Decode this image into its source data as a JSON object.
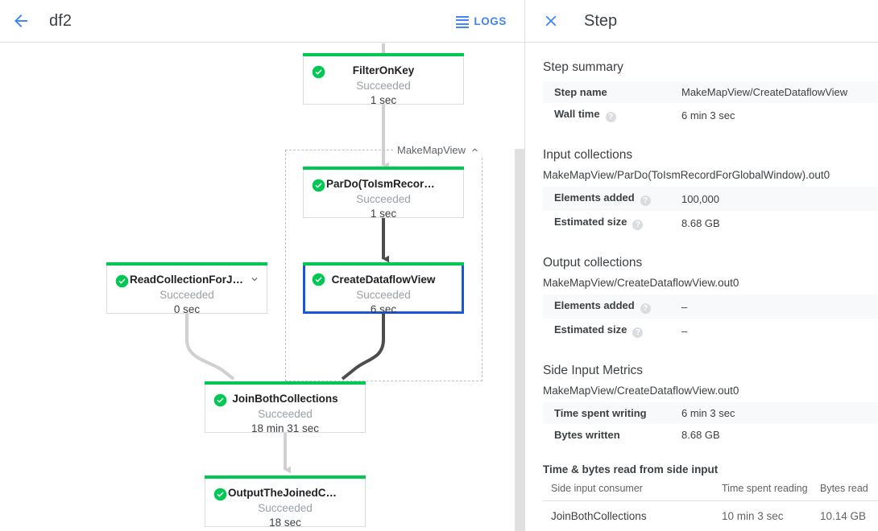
{
  "header": {
    "back_icon": "arrow-left-icon",
    "job_title": "df2",
    "logs_label": "LOGS",
    "logs_icon": "list-lines-icon",
    "accent_blue": "#4285f4"
  },
  "graph": {
    "group": {
      "label": "MakeMapView",
      "collapse_icon": "chevron-up-icon"
    },
    "nodes": [
      {
        "id": "filter-on-key",
        "title": "FilterOnKey",
        "status": "Succeeded",
        "time": "1 sec",
        "status_icon": "check-circle-icon",
        "selected": false,
        "expandable": false
      },
      {
        "id": "pardo-toismrecord",
        "title": "ParDo(ToIsmRecordFor…",
        "status": "Succeeded",
        "time": "1 sec",
        "status_icon": "check-circle-icon",
        "selected": false,
        "expandable": false
      },
      {
        "id": "create-dataflow-view",
        "title": "CreateDataflowView",
        "status": "Succeeded",
        "time": "6 sec",
        "status_icon": "check-circle-icon",
        "selected": true,
        "expandable": false
      },
      {
        "id": "read-collection-for-join",
        "title": "ReadCollectionForJoin",
        "status": "Succeeded",
        "time": "0 sec",
        "status_icon": "check-circle-icon",
        "selected": false,
        "expandable": true,
        "expand_icon": "chevron-down-icon"
      },
      {
        "id": "join-both-collections",
        "title": "JoinBothCollections",
        "status": "Succeeded",
        "time": "18 min 31 sec",
        "status_icon": "check-circle-icon",
        "selected": false,
        "expandable": false
      },
      {
        "id": "output-the-joined-collection",
        "title": "OutputTheJoinedCollec…",
        "status": "Succeeded",
        "time": "18 sec",
        "status_icon": "check-circle-icon",
        "selected": false,
        "expandable": false
      }
    ],
    "colors": {
      "status_green": "#00c853",
      "selected_border": "#1a56d6",
      "edge_light": "#d0d0d0",
      "edge_dark": "#4d4d4d"
    }
  },
  "panel": {
    "close_icon": "close-x-icon",
    "title": "Step",
    "step_summary": {
      "heading": "Step summary",
      "rows": [
        {
          "key": "Step name",
          "help": false,
          "value": "MakeMapView/CreateDataflowView"
        },
        {
          "key": "Wall time",
          "help": true,
          "value": "6 min 3 sec"
        }
      ]
    },
    "input_collections": {
      "heading": "Input collections",
      "collection_name": "MakeMapView/ParDo(ToIsmRecordForGlobalWindow).out0",
      "rows": [
        {
          "key": "Elements added",
          "help": true,
          "value": "100,000"
        },
        {
          "key": "Estimated size",
          "help": true,
          "value": "8.68 GB"
        }
      ]
    },
    "output_collections": {
      "heading": "Output collections",
      "collection_name": "MakeMapView/CreateDataflowView.out0",
      "rows": [
        {
          "key": "Elements added",
          "help": true,
          "value": "–"
        },
        {
          "key": "Estimated size",
          "help": true,
          "value": "–"
        }
      ]
    },
    "side_input_metrics": {
      "heading": "Side Input Metrics",
      "collection_name": "MakeMapView/CreateDataflowView.out0",
      "rows": [
        {
          "key": "Time spent writing",
          "help": false,
          "value": "6 min 3 sec"
        },
        {
          "key": "Bytes written",
          "help": false,
          "value": "8.68 GB"
        }
      ],
      "sub_heading": "Time & bytes read from side input",
      "table": {
        "columns": [
          "Side input consumer",
          "Time spent reading",
          "Bytes read"
        ],
        "rows": [
          [
            "JoinBothCollections",
            "10 min 3 sec",
            "10.14 GB"
          ]
        ]
      }
    },
    "help_glyph": "?"
  }
}
